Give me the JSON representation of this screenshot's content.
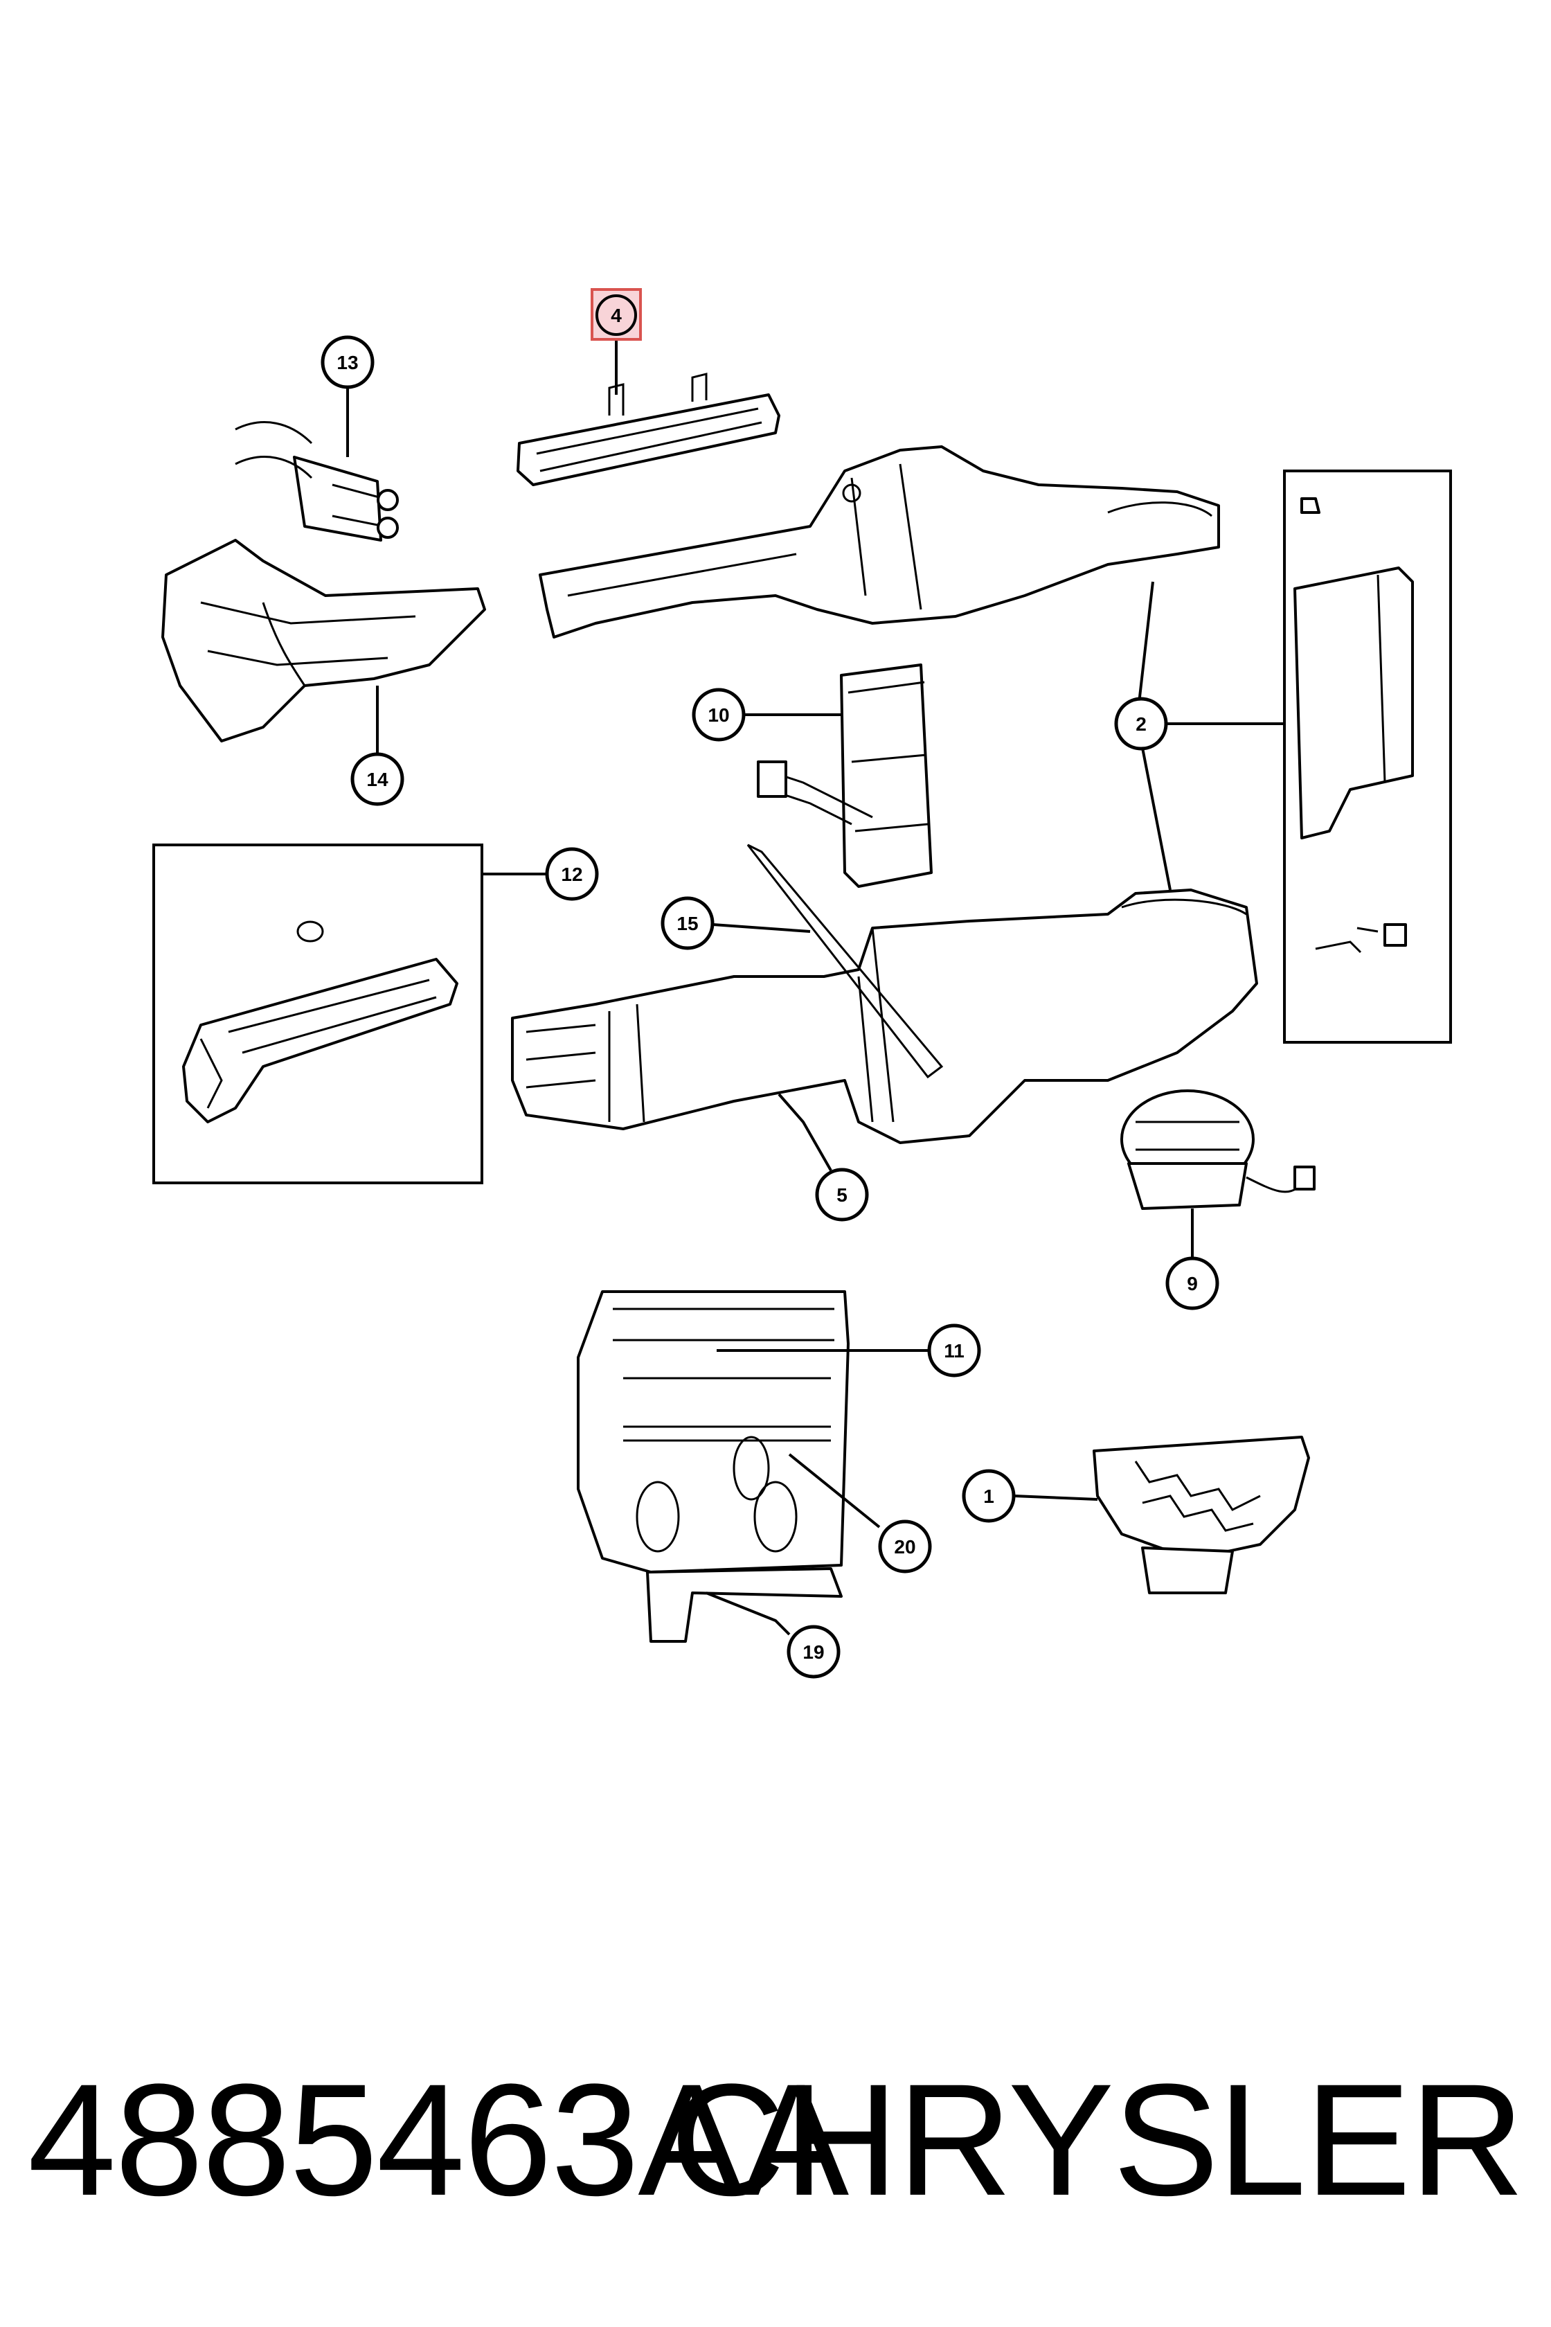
{
  "callouts": [
    {
      "label": "4",
      "highlighted": true
    },
    {
      "label": "13"
    },
    {
      "label": "14"
    },
    {
      "label": "10"
    },
    {
      "label": "2"
    },
    {
      "label": "12"
    },
    {
      "label": "15"
    },
    {
      "label": "5"
    },
    {
      "label": "9"
    },
    {
      "label": "11"
    },
    {
      "label": "1"
    },
    {
      "label": "20"
    },
    {
      "label": "19"
    }
  ],
  "footer": {
    "part_number": "4885463AA",
    "brand": "CHRYSLER"
  },
  "colors": {
    "highlight_fill": "#f8d4d8",
    "highlight_stroke": "#d9534f",
    "line": "#000000",
    "background": "#ffffff"
  }
}
